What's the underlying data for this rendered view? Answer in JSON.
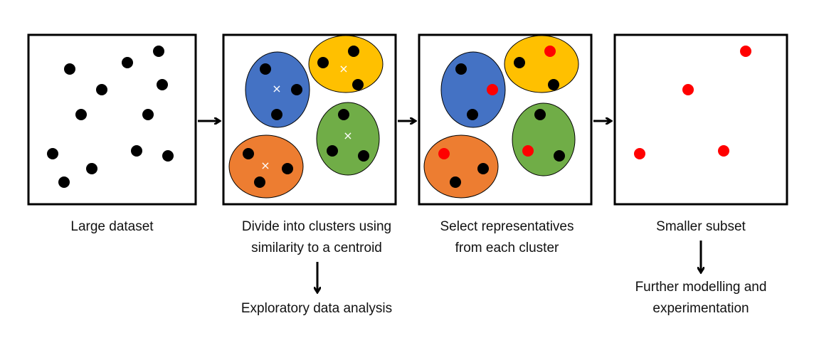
{
  "colors": {
    "blue": "#4472C4",
    "yellow": "#FFC000",
    "green": "#70AD47",
    "orange": "#ED7D31",
    "point": "#000000",
    "selected_point": "#FF0000",
    "centroid_marker": "#FFFFFF",
    "frame": "#000000"
  },
  "stages": [
    {
      "id": "large-dataset",
      "caption_lines": [
        "Large dataset"
      ]
    },
    {
      "id": "clustering",
      "caption_lines": [
        "Divide into clusters using",
        "similarity to a centroid"
      ]
    },
    {
      "id": "representatives",
      "caption_lines": [
        "Select representatives",
        "from each cluster"
      ]
    },
    {
      "id": "subset",
      "caption_lines": [
        "Smaller subset"
      ]
    }
  ],
  "side_outputs": {
    "clustering": {
      "caption_lines": [
        "Exploratory data analysis"
      ]
    },
    "subset": {
      "caption_lines": [
        "Further modelling and",
        "experimentation"
      ]
    }
  },
  "centroid_symbol": "×",
  "arrow_icon": "arrow-right-icon",
  "down_arrow_icon": "arrow-down-icon"
}
